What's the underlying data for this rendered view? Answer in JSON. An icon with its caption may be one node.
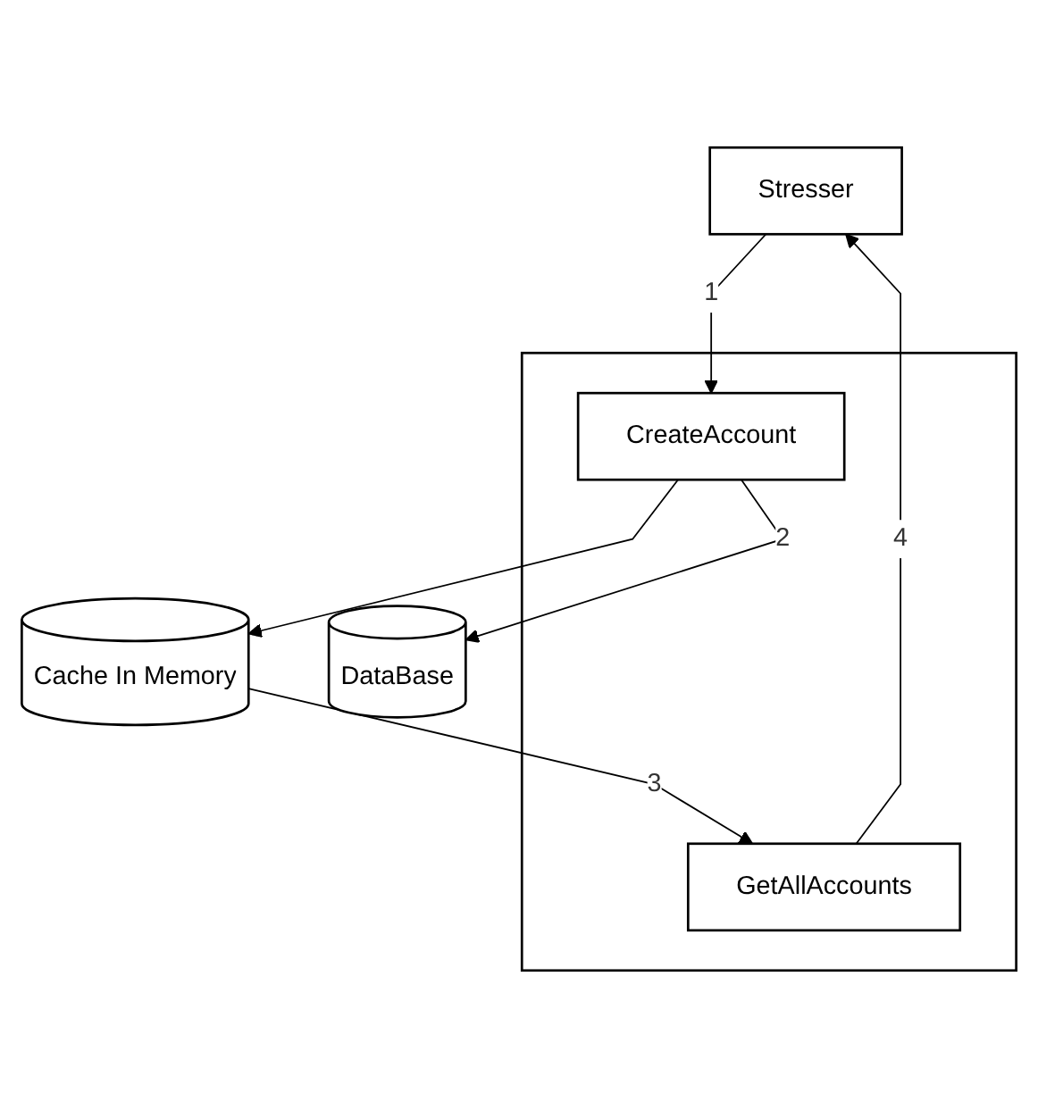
{
  "diagram": {
    "nodes": [
      {
        "text": [
          "Stresser"
        ]
      },
      {
        "text": [],
        "shape": "box"
      },
      {
        "text": [
          "CreateAccount"
        ],
        "in": 1
      },
      {
        "text": [
          "GetAllAccounts"
        ],
        "in": 1
      },
      {
        "text": [
          "DataBase"
        ]
      },
      {
        "text": [
          "Cache In Memory"
        ]
      }
    ],
    "edges": [
      {
        "from": 0,
        "to": 2,
        "arrow": "to",
        "label": "1"
      },
      {
        "from": 2,
        "to": 4,
        "arrow": "to",
        "label": "2"
      },
      {
        "from": 2,
        "to": 5,
        "arrow": "to"
      },
      {
        "from": 5,
        "to": 3,
        "arrow": "to",
        "label": "3"
      },
      {
        "from": 3,
        "to": 0,
        "arrow": "to",
        "label": "4"
      }
    ]
  }
}
